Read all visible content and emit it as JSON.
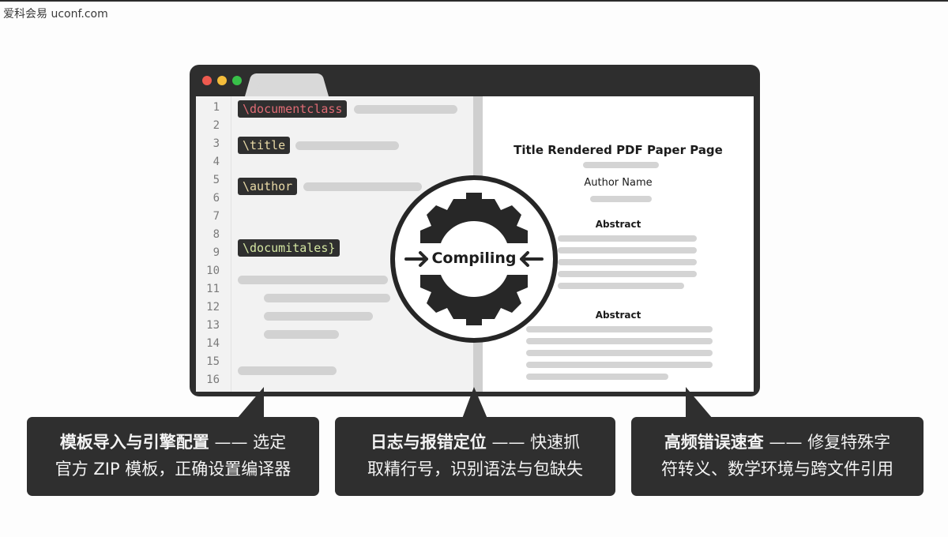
{
  "watermark": "爱科会易 uconf.com",
  "editor": {
    "line_numbers": [
      "1",
      "2",
      "3",
      "4",
      "5",
      "6",
      "7",
      "8",
      "9",
      "10",
      "11",
      "12",
      "13",
      "14",
      "15",
      "16"
    ],
    "code": [
      {
        "text": "\\documentclass",
        "color": "#e06b74"
      },
      {
        "text": "\\title",
        "color": "#e8d9a6"
      },
      {
        "text": "\\author",
        "color": "#e8d9a6"
      },
      {
        "text": "\\documitales}",
        "color": "#d4e6a2"
      }
    ]
  },
  "pdf": {
    "title": "Title Rendered PDF Paper Page",
    "author": "Author Name",
    "abstract_1": "Abstract",
    "abstract_2": "Abstract"
  },
  "compile": {
    "label": "Compiling",
    "icon": "gear-icon"
  },
  "callouts": [
    {
      "bold": "模板导入与引擎配置",
      "rest": " —— 选定",
      "line2": "官方 ZIP 模板，正确设置编译器"
    },
    {
      "bold": "日志与报错定位",
      "rest": " —— 快速抓",
      "line2": "取精行号，识别语法与包缺失"
    },
    {
      "bold": "高频错误速查",
      "rest": " —— 修复特殊字",
      "line2": "符转义、数学环境与跨文件引用"
    }
  ],
  "colors": {
    "dark": "#2f2f2f",
    "traffic_red": "#ee5a4f",
    "traffic_yellow": "#f4bd3b",
    "traffic_green": "#38c149"
  }
}
